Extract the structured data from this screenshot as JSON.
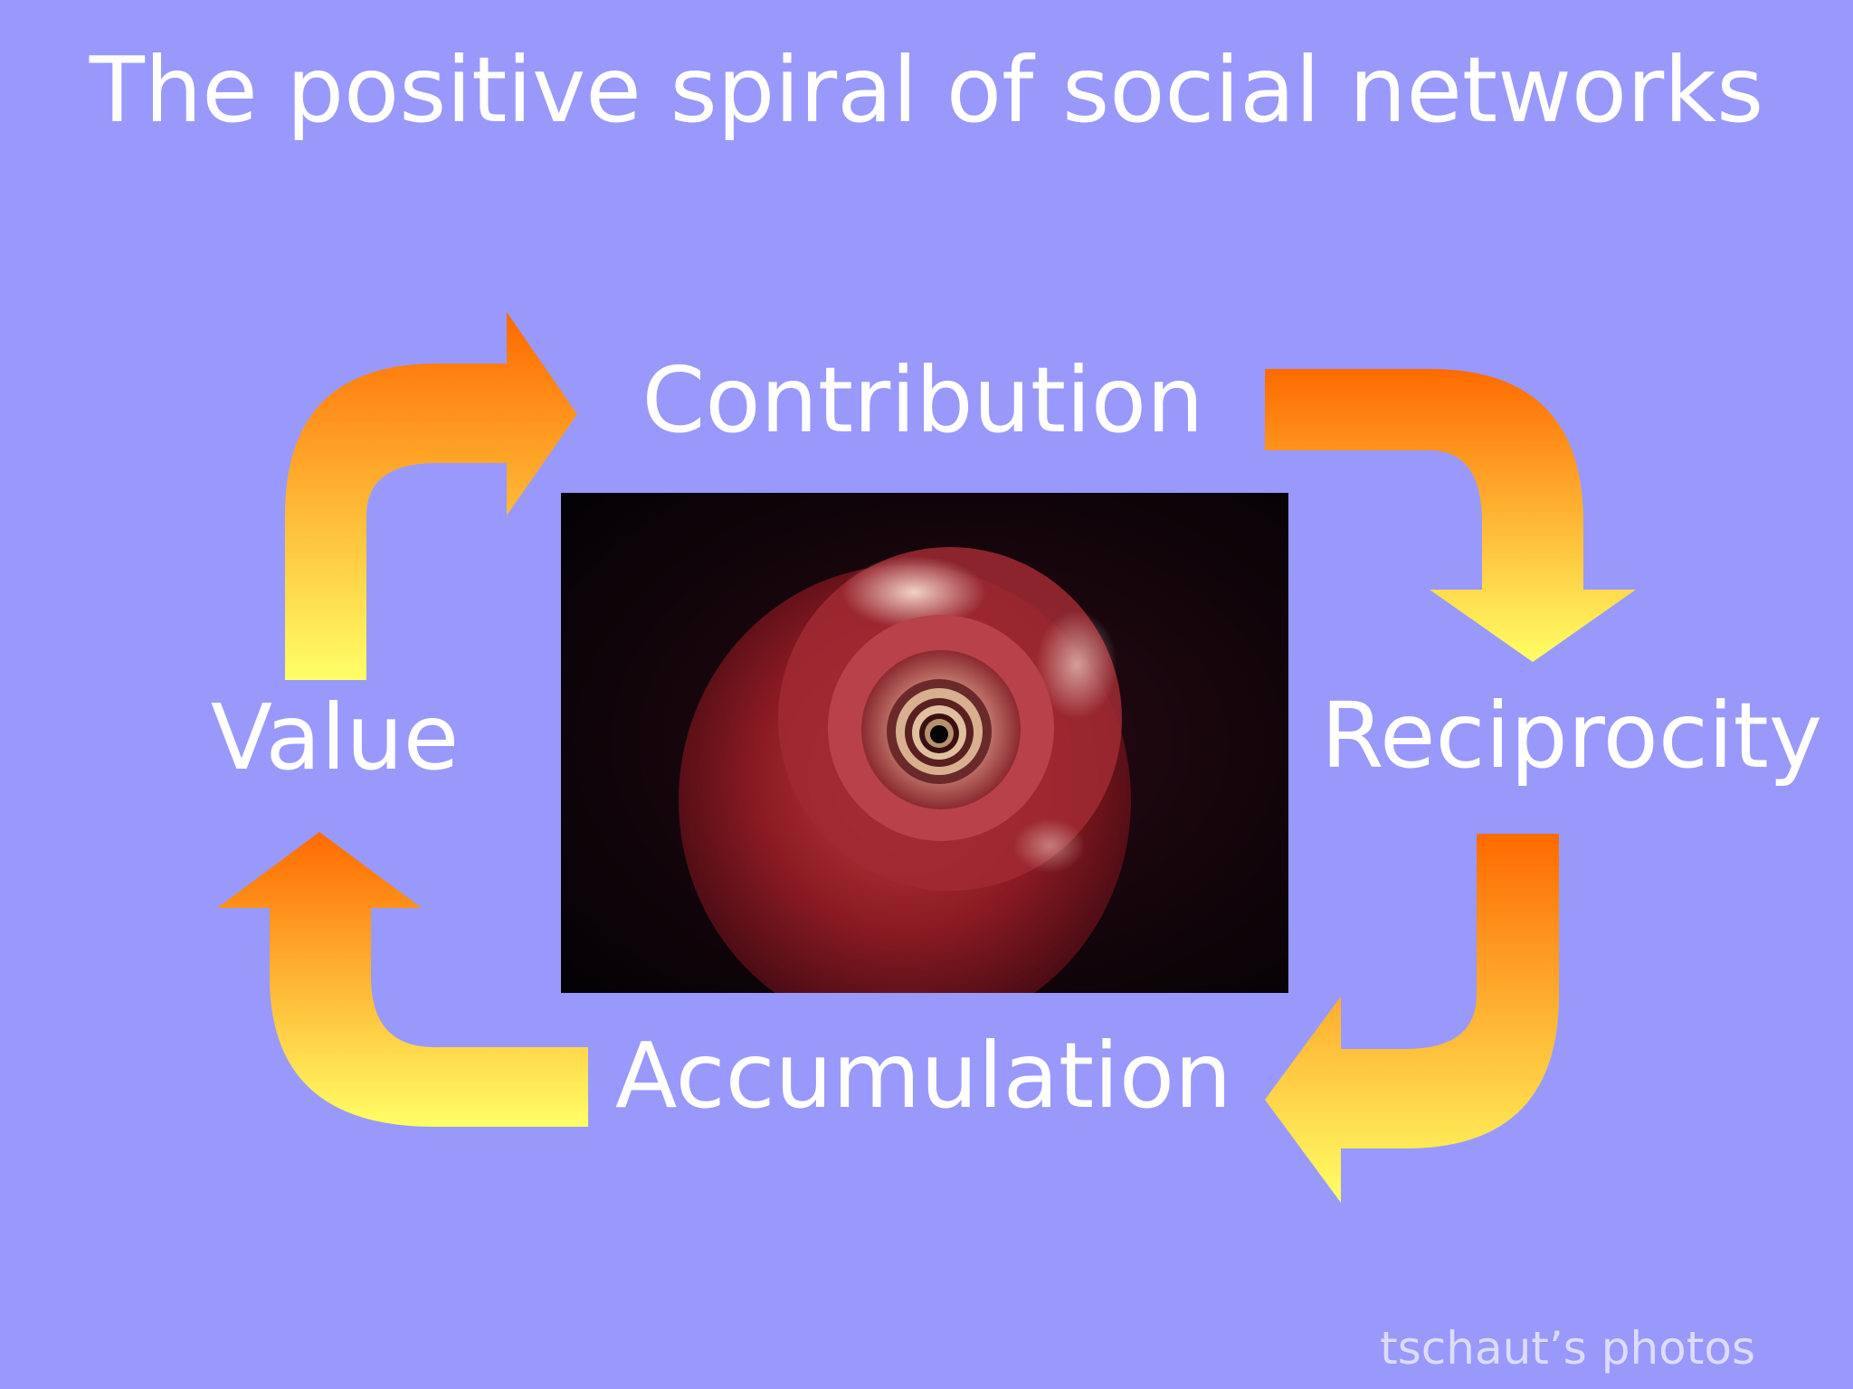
{
  "title": "The positive spiral of social networks",
  "stages": {
    "contribution": "Contribution",
    "reciprocity": "Reciprocity",
    "accumulation": "Accumulation",
    "value": "Value"
  },
  "photo_credit": "tschaut’s photos",
  "colors": {
    "background": "#9999fc",
    "arrow_orange": "#ff6a00",
    "arrow_yellow": "#ffff66",
    "text": "#ffffff"
  },
  "center_image": "red-spiral-shell-photo"
}
